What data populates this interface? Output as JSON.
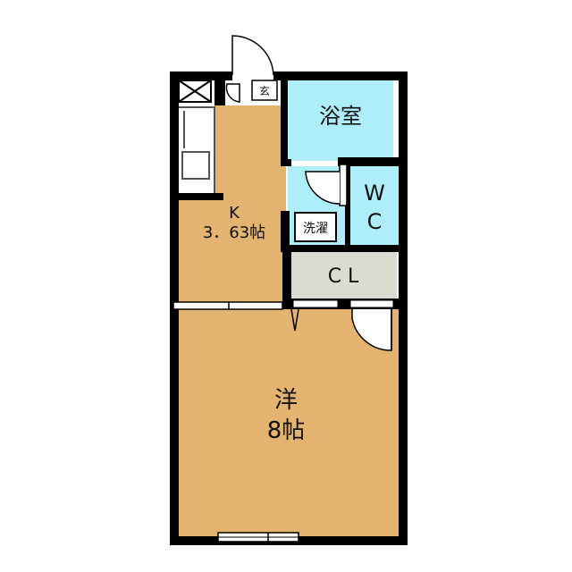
{
  "rooms": {
    "entrance": {
      "label": "玄"
    },
    "bath": {
      "label": "浴室"
    },
    "wc": {
      "line1": "W",
      "line2": "C"
    },
    "laundry": {
      "label": "洗濯"
    },
    "kitchen": {
      "line1": "K",
      "line2": "3．63帖"
    },
    "closet": {
      "label": "C L"
    },
    "western": {
      "line1": "洋",
      "line2": "8帖"
    }
  },
  "colors": {
    "floor_wood": "#e3b36f",
    "wet_area": "#aeeefa",
    "closet": "#dcdbd2",
    "wall": "#000000",
    "background": "#ffffff"
  }
}
